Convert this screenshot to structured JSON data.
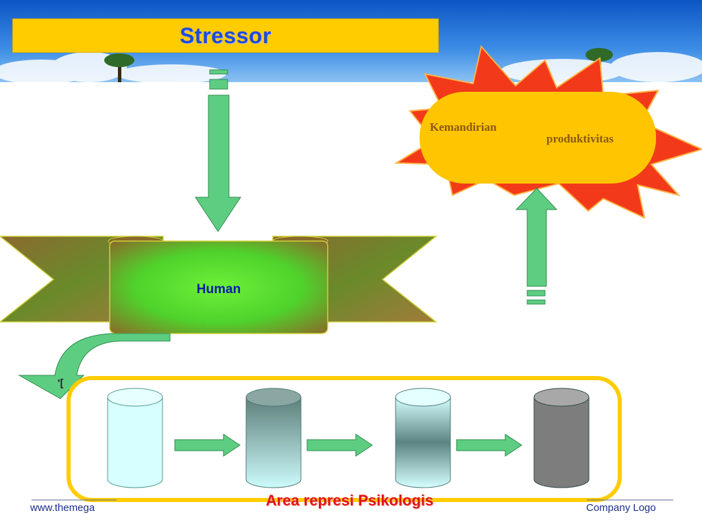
{
  "title": "Stressor",
  "center_label": "Human",
  "goal_labels": {
    "left": "Kemandirian",
    "right": "produktivitas"
  },
  "area_label": "Area represi Psikologis",
  "footer": {
    "left": "www.themega",
    "right": "Company Logo"
  },
  "stray_mark": "'[",
  "colors": {
    "title_fill": "#ffcc00",
    "title_text": "#1f4bd8",
    "arrow_green": "#5dcd82",
    "burst_red": "#f23a1a",
    "oval_yellow": "#ffc500",
    "frame_yellow": "#ffcc00",
    "area_text": "#e21313"
  },
  "cylinders": [
    {
      "name": "cylinder-1",
      "style": "light"
    },
    {
      "name": "cylinder-2",
      "style": "dark-top-fade"
    },
    {
      "name": "cylinder-3",
      "style": "dark-middle"
    },
    {
      "name": "cylinder-4",
      "style": "solid-gray"
    }
  ]
}
